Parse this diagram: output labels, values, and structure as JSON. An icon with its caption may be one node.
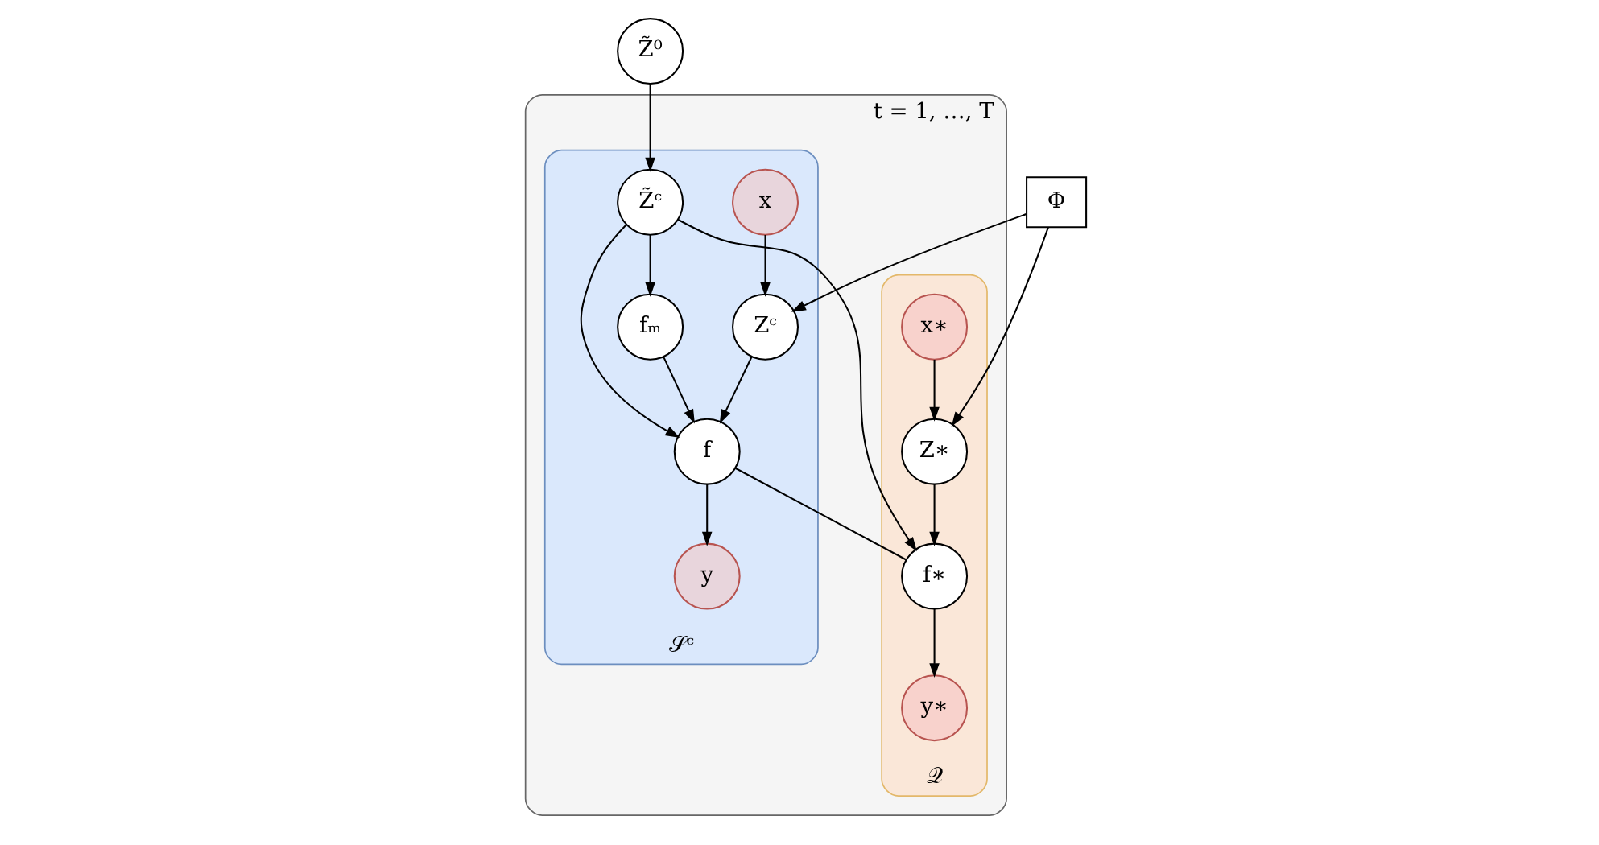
{
  "diagram": {
    "nodes": [
      {
        "text": [
          "Φ"
        ]
      },
      {
        "text": [
          "t = 1, …, T"
        ]
      },
      {
        "text": [
          "𝒮ᶜ"
        ],
        "in": 1
      },
      {
        "text": [
          "Zᶜ"
        ],
        "in": 2
      },
      {
        "text": [
          "f"
        ],
        "in": 2
      },
      {
        "text": [
          "fₘ"
        ],
        "in": 2
      },
      {
        "text": [
          "x"
        ],
        "in": 2
      },
      {
        "text": [
          "y"
        ],
        "in": 2
      },
      {
        "text": [
          "Z̃ᶜ"
        ],
        "in": 2
      },
      {
        "text": [
          "𝒬"
        ],
        "in": 1
      },
      {
        "text": [
          "f∗"
        ],
        "in": 9
      },
      {
        "text": [
          "Z∗"
        ],
        "in": 9
      },
      {
        "text": [
          "y∗"
        ],
        "in": 9
      },
      {
        "text": [
          "x∗"
        ],
        "in": 9
      },
      {
        "text": [
          "Z̃⁰"
        ]
      }
    ],
    "edges": [
      {
        "from": 0,
        "to": 3,
        "arrow": "to"
      },
      {
        "from": 0,
        "to": 11,
        "arrow": "to"
      },
      {
        "from": 3,
        "to": 4,
        "arrow": "to"
      },
      {
        "from": 6,
        "to": 3,
        "arrow": "to"
      },
      {
        "from": 4,
        "to": 7,
        "arrow": "to"
      },
      {
        "from": 5,
        "to": 4,
        "arrow": "to"
      },
      {
        "from": 8,
        "to": 4,
        "arrow": "to"
      },
      {
        "from": 8,
        "to": 5,
        "arrow": "to"
      },
      {
        "from": 8,
        "to": 10,
        "arrow": "to"
      },
      {
        "from": 4,
        "to": 10,
        "arrow": "none"
      },
      {
        "from": 11,
        "to": 10,
        "arrow": "to"
      },
      {
        "from": 10,
        "to": 12,
        "arrow": "to"
      },
      {
        "from": 13,
        "to": 11,
        "arrow": "to"
      },
      {
        "from": 14,
        "to": 8,
        "arrow": "to"
      }
    ]
  }
}
